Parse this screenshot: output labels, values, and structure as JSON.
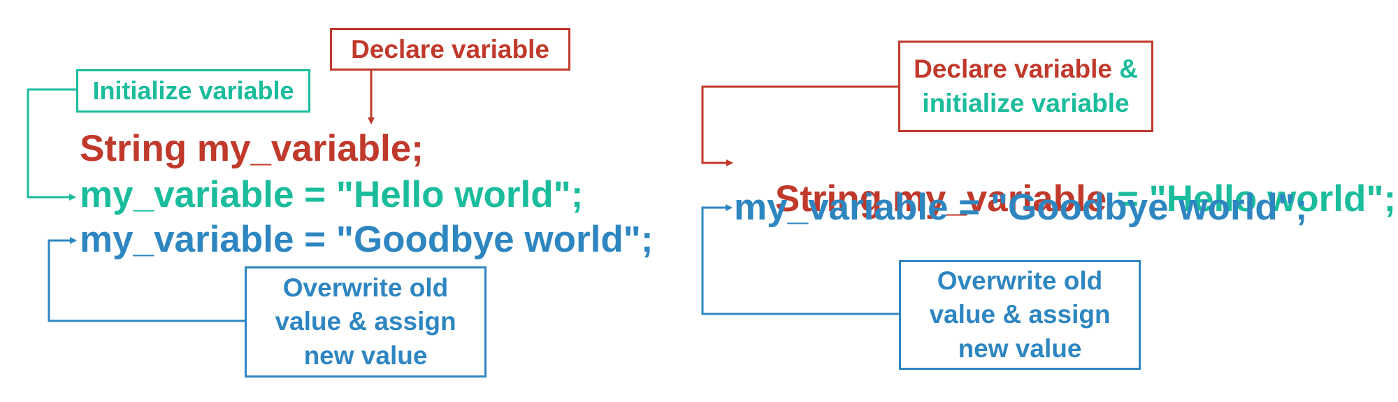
{
  "colors": {
    "declare": "#c0392b",
    "initialize": "#1abc9c",
    "overwrite": "#2e86c1"
  },
  "left": {
    "declare_box": "Declare variable",
    "initialize_box": "Initialize variable",
    "overwrite_box": [
      "Overwrite old",
      "value & assign",
      "new value"
    ],
    "code": {
      "declaration": "String my_variable;",
      "initialization": "my_variable = \"Hello world\";",
      "overwrite": "my_variable = \"Goodbye world\";"
    }
  },
  "right": {
    "declare_init_box": {
      "declare": "Declare variable",
      "amp": "&",
      "initialize": "initialize variable"
    },
    "overwrite_box": [
      "Overwrite old",
      "value & assign",
      "new value"
    ],
    "code": {
      "declaration": "String my_variable",
      "assignment": " = \"Hello world\";",
      "overwrite": "my_variable = \"Goodbye world\";"
    }
  }
}
